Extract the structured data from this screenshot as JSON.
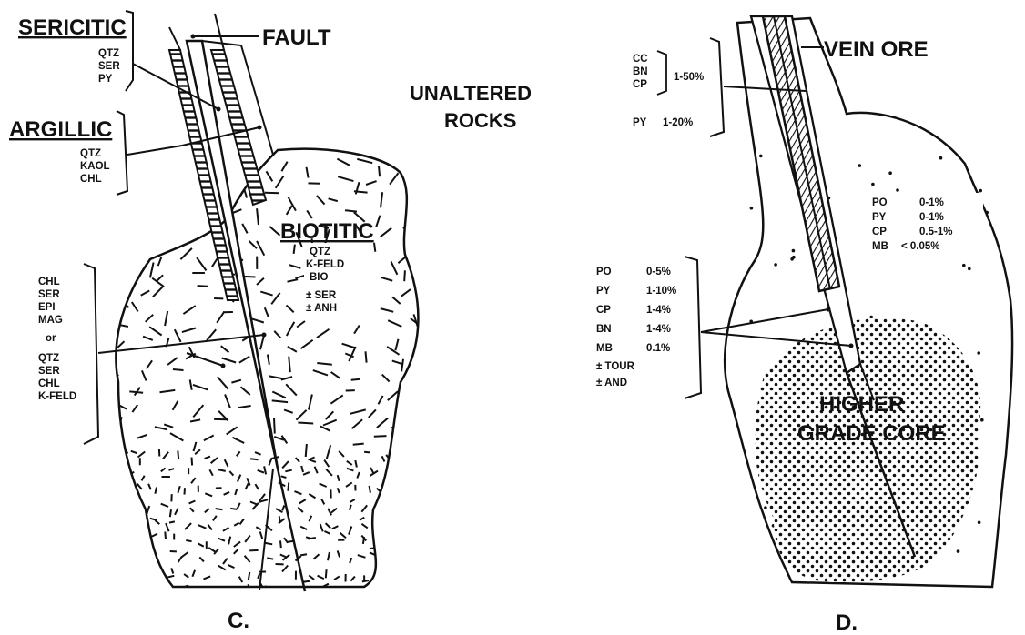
{
  "panel_c": {
    "caption": "C.",
    "fault_label": "FAULT",
    "unaltered_label_line1": "UNALTERED",
    "unaltered_label_line2": "ROCKS",
    "sericitic": {
      "title": "SERICITIC",
      "minerals": [
        "QTZ",
        "SER",
        "PY"
      ]
    },
    "argillic": {
      "title": "ARGILLIC",
      "minerals": [
        "QTZ",
        "KAOL",
        "CHL"
      ]
    },
    "biotitic": {
      "title": "BIOTITIC",
      "minerals": [
        "QTZ",
        "K-FELD",
        "BIO",
        "± SER",
        "± ANH"
      ]
    },
    "propylitic": {
      "minerals": [
        "CHL",
        "SER",
        "EPI",
        "MAG",
        "or",
        "QTZ",
        "SER",
        "CHL",
        "K-FELD"
      ]
    }
  },
  "panel_d": {
    "caption": "D.",
    "vein_ore_label": "VEIN ORE",
    "higher_grade_line1": "HIGHER",
    "higher_grade_line2": "GRADE CORE",
    "vein_minerals": [
      "CC",
      "BN",
      "CP"
    ],
    "vein_minerals_pct": "1-50%",
    "vein_py": "PY",
    "vein_py_pct": "1-20%",
    "outer": [
      {
        "mineral": "PO",
        "pct": "0-1%"
      },
      {
        "mineral": "PY",
        "pct": "0-1%"
      },
      {
        "mineral": "CP",
        "pct": "0.5-1%"
      },
      {
        "mineral": "MB",
        "pct": "< 0.05%"
      }
    ],
    "inner": [
      {
        "mineral": "PO",
        "pct": "0-5%"
      },
      {
        "mineral": "PY",
        "pct": "1-10%"
      },
      {
        "mineral": "CP",
        "pct": "1-4%"
      },
      {
        "mineral": "BN",
        "pct": "1-4%"
      },
      {
        "mineral": "MB",
        "pct": "0.1%"
      },
      {
        "mineral": "± TOUR",
        "pct": ""
      },
      {
        "mineral": "± AND",
        "pct": ""
      }
    ]
  }
}
